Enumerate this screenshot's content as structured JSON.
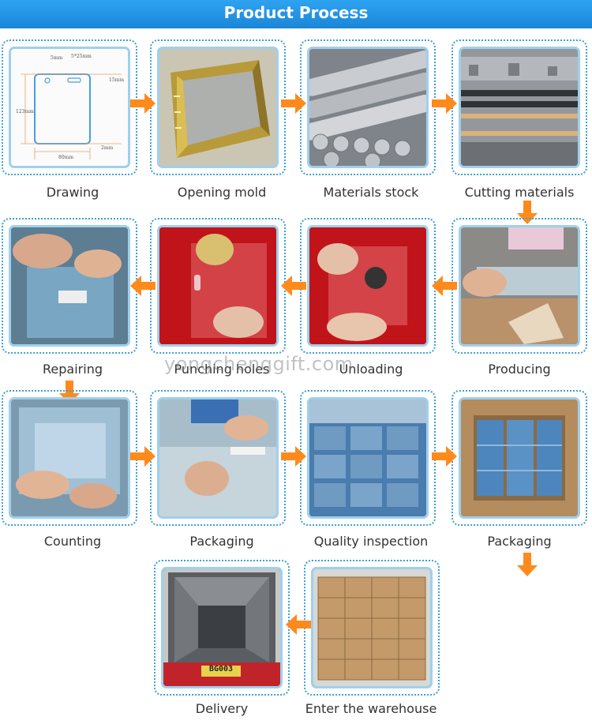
{
  "title": "Product Process",
  "watermark": "yongchenggift.com",
  "steps": [
    {
      "label": "Drawing",
      "icon": "technical-drawing-image"
    },
    {
      "label": "Opening mold",
      "icon": "metal-mold-image"
    },
    {
      "label": "Materials stock",
      "icon": "material-rolls-image"
    },
    {
      "label": "Cutting materials",
      "icon": "cutting-machine-image"
    },
    {
      "label": "Producing",
      "icon": "sealing-machine-image"
    },
    {
      "label": "Unloading",
      "icon": "unloading-hands-image"
    },
    {
      "label": "Punching holes",
      "icon": "punching-hands-image"
    },
    {
      "label": "Repairing",
      "icon": "repairing-hands-image"
    },
    {
      "label": "Counting",
      "icon": "counting-hands-image"
    },
    {
      "label": "Packaging",
      "icon": "bagging-hands-image"
    },
    {
      "label": "Quality inspection",
      "icon": "packed-bags-image"
    },
    {
      "label": "Packaging",
      "icon": "carton-box-image"
    },
    {
      "label": "Enter the warehouse",
      "icon": "stacked-cartons-image"
    },
    {
      "label": "Delivery",
      "icon": "container-truck-image"
    }
  ],
  "drawing_dimensions": [
    "5mm",
    "5*25mm",
    "15mm",
    "123mm",
    "2mm",
    "80mm"
  ],
  "truck_plate": "BG003",
  "colors": {
    "banner": "#1a86d8",
    "arrow": "#ff8a1c",
    "border": "#3aa0d8",
    "photo_border": "#9fd0ee"
  }
}
